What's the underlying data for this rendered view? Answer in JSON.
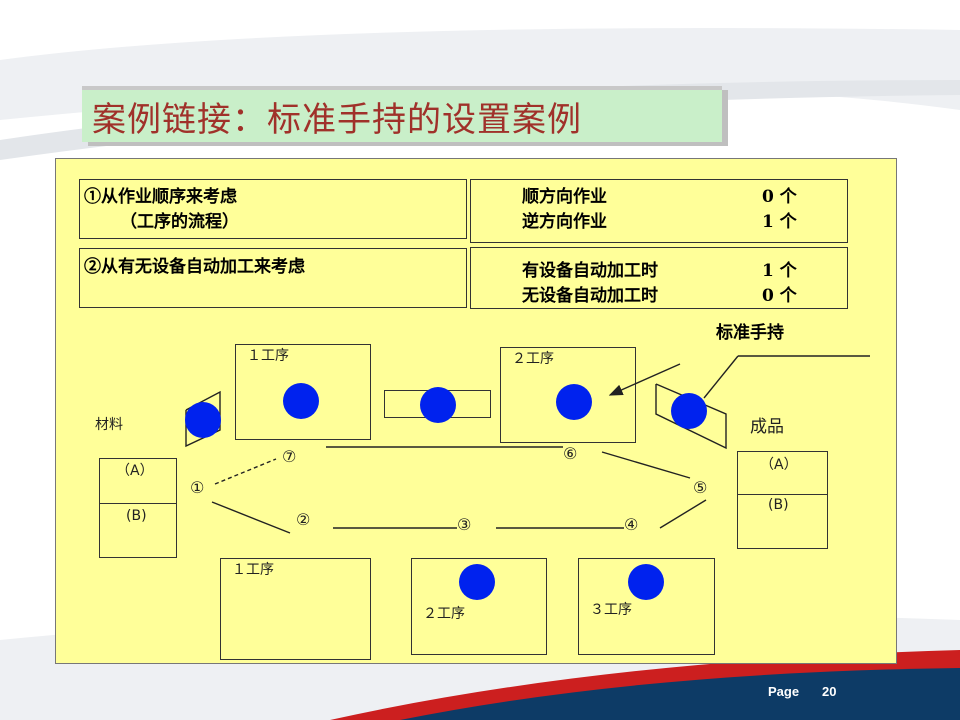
{
  "title": "案例链接：标准手持的设置案例",
  "criteria": [
    {
      "line1": "①从作业顺序来考虑",
      "line2": "（工序的流程）"
    },
    {
      "line1": "②从有无设备自动加工来考虑",
      "line2": ""
    }
  ],
  "rules": [
    {
      "rows": [
        {
          "label": "顺方向作业",
          "value": "0 个"
        },
        {
          "label": "逆方向作业",
          "value": "1 个"
        }
      ]
    },
    {
      "rows": [
        {
          "label": "有设备自动加工时",
          "value": "1 个"
        },
        {
          "label": "无设备自动加工时",
          "value": "0 个"
        }
      ]
    }
  ],
  "diagram": {
    "standard_wip_label": "标准手持",
    "material_label": "材料",
    "product_label": "成品",
    "material_box": {
      "top": "（A）",
      "bottom": "(B)"
    },
    "product_box": {
      "top": "（A）",
      "bottom": "(B)"
    },
    "upper_processes": [
      "１工序",
      "２工序"
    ],
    "lower_processes": [
      "１工序",
      "２工序",
      "３工序"
    ],
    "step_markers": [
      "①",
      "②",
      "③",
      "④",
      "⑤",
      "⑥",
      "⑦"
    ]
  },
  "colors": {
    "wip_fill": "#0022ee",
    "panel_bg": "#ffff99",
    "title_bg": "#c9efc9",
    "title_text": "#a0312a",
    "footer_blue": "#0d3b66",
    "footer_red": "#cc1f1f"
  },
  "footer": {
    "page_label": "Page",
    "page_number": "20"
  }
}
